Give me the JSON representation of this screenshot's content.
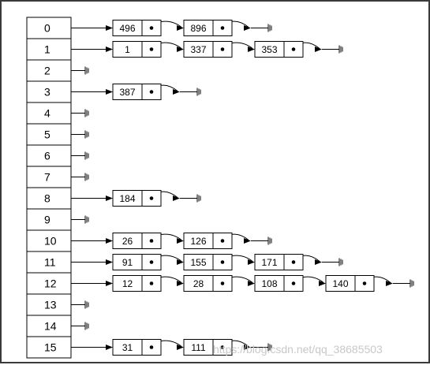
{
  "diagram": {
    "buckets": [
      {
        "index": "0",
        "chain": [
          "496",
          "896"
        ]
      },
      {
        "index": "1",
        "chain": [
          "1",
          "337",
          "353"
        ]
      },
      {
        "index": "2",
        "chain": []
      },
      {
        "index": "3",
        "chain": [
          "387"
        ]
      },
      {
        "index": "4",
        "chain": []
      },
      {
        "index": "5",
        "chain": []
      },
      {
        "index": "6",
        "chain": []
      },
      {
        "index": "7",
        "chain": []
      },
      {
        "index": "8",
        "chain": [
          "184"
        ]
      },
      {
        "index": "9",
        "chain": []
      },
      {
        "index": "10",
        "chain": [
          "26",
          "126"
        ]
      },
      {
        "index": "11",
        "chain": [
          "91",
          "155",
          "171"
        ]
      },
      {
        "index": "12",
        "chain": [
          "12",
          "28",
          "108",
          "140"
        ]
      },
      {
        "index": "13",
        "chain": []
      },
      {
        "index": "14",
        "chain": []
      },
      {
        "index": "15",
        "chain": [
          "31",
          "111"
        ]
      }
    ],
    "watermark": "https://blog.csdn.net/qq_38685503"
  }
}
